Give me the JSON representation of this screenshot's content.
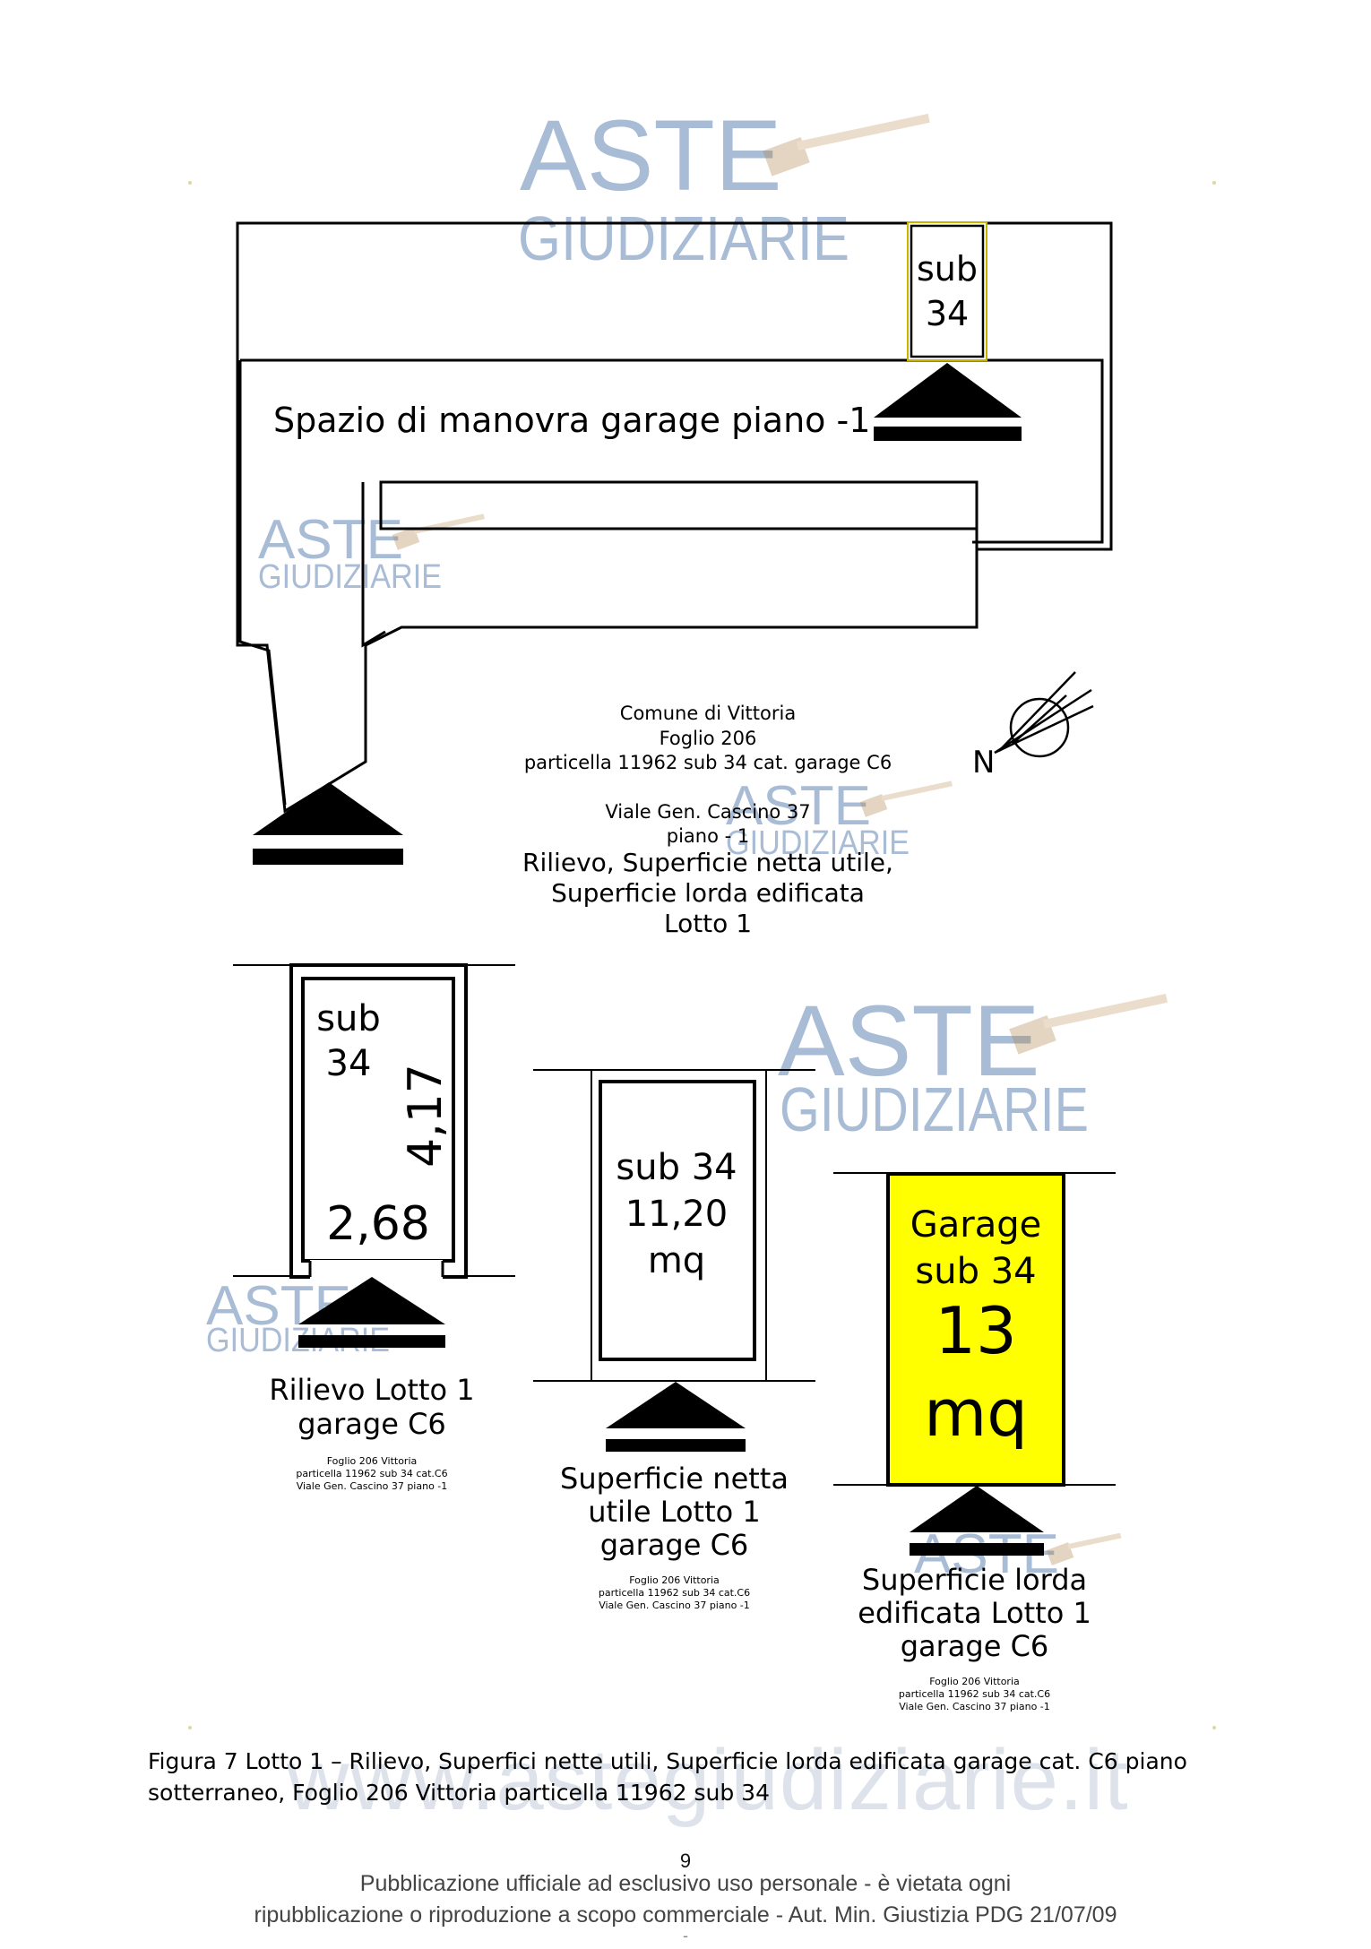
{
  "watermark": {
    "aste": "ASTE",
    "giudiziarie": "GIUDIZIARIE",
    "website": "www.astegiudiziarie.it"
  },
  "plan": {
    "sub_label_line1": "sub",
    "sub_label_line2": "34",
    "maneuver_label": "Spazio di manovra garage piano -1",
    "north_label": "N",
    "info_lines": [
      "Comune di Vittoria",
      "Foglio 206",
      "particella 11962 sub 34 cat. garage C6",
      "",
      "Viale Gen. Cascino 37",
      "piano - 1"
    ],
    "title_lines": [
      "Rilievo, Superficie netta utile,",
      "Superficie lorda edificata",
      "Lotto 1"
    ]
  },
  "panels": {
    "rilievo": {
      "sub_line1": "sub",
      "sub_line2": "34",
      "depth": "4,17",
      "width": "2,68",
      "title_lines": [
        "Rilievo Lotto 1",
        "garage C6"
      ],
      "note_lines": [
        "Foglio 206 Vittoria",
        "particella 11962 sub 34 cat.C6",
        "Viale Gen. Cascino 37 piano -1"
      ]
    },
    "netta": {
      "label_lines": [
        "sub 34",
        "11,20",
        "mq"
      ],
      "title_lines": [
        "Superficie netta",
        "utile Lotto 1",
        "garage C6"
      ],
      "note_lines": [
        "Foglio 206 Vittoria",
        "particella 11962 sub 34 cat.C6",
        "Viale Gen. Cascino 37 piano -1"
      ]
    },
    "lorda": {
      "label_lines": [
        "Garage",
        "sub 34"
      ],
      "value": "13",
      "unit": "mq",
      "fill_color": "#ffff00",
      "title_lines": [
        "Superficie lorda",
        "edificata Lotto 1",
        "garage C6"
      ],
      "note_lines": [
        "Foglio 206 Vittoria",
        "particella 11962 sub 34 cat.C6",
        "Viale Gen. Cascino 37 piano -1"
      ]
    }
  },
  "caption": {
    "line1": "Figura 7 Lotto 1 – Rilievo, Superfici nette utili, Superficie lorda edificata garage cat. C6 piano",
    "line2": "sotterraneo, Foglio 206 Vittoria particella 11962 sub 34"
  },
  "footer": {
    "page_number": "9",
    "line1": "Pubblicazione ufficiale ad esclusivo uso personale - è vietata ogni",
    "line2": "ripubblicazione o riproduzione a scopo commerciale - Aut. Min. Giustizia PDG 21/07/09",
    "dash": "-"
  },
  "colors": {
    "watermark": "#a9bcd6",
    "line": "#000000",
    "highlight": "#ffff00",
    "sub_outline": "#c8b400"
  }
}
